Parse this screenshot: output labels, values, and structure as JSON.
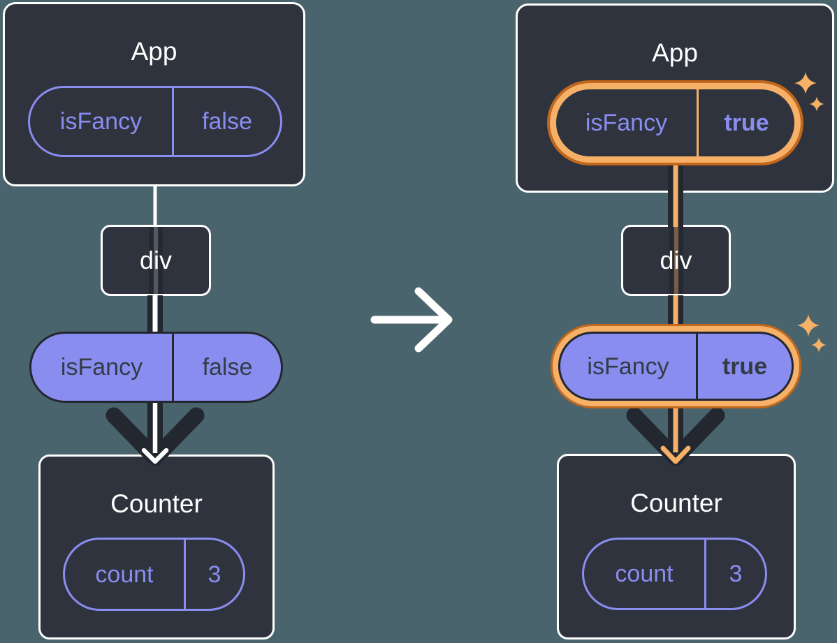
{
  "before": {
    "app": {
      "title": "App",
      "state": {
        "key": "isFancy",
        "value": "false"
      }
    },
    "div": {
      "title": "div"
    },
    "prop": {
      "key": "isFancy",
      "value": "false"
    },
    "counter": {
      "title": "Counter",
      "state": {
        "key": "count",
        "value": "3"
      }
    }
  },
  "after": {
    "app": {
      "title": "App",
      "state": {
        "key": "isFancy",
        "value": "true"
      }
    },
    "div": {
      "title": "div"
    },
    "prop": {
      "key": "isFancy",
      "value": "true"
    },
    "counter": {
      "title": "Counter",
      "state": {
        "key": "count",
        "value": "3"
      }
    }
  },
  "icons": {
    "transition_arrow": "right-arrow",
    "sparkles_state": "sparkles",
    "sparkles_prop": "sparkles"
  },
  "colors": {
    "background": "#4a646e",
    "box_fill": "#2e333d",
    "box_border": "#ffffff",
    "purple": "#8a8df0",
    "arrow_dark": "#23272f",
    "filled_pill_text": "#343b46",
    "highlight_orange": "#f6b067",
    "highlight_orange_dark": "#c2671b",
    "connector_white": "#ffffff"
  }
}
